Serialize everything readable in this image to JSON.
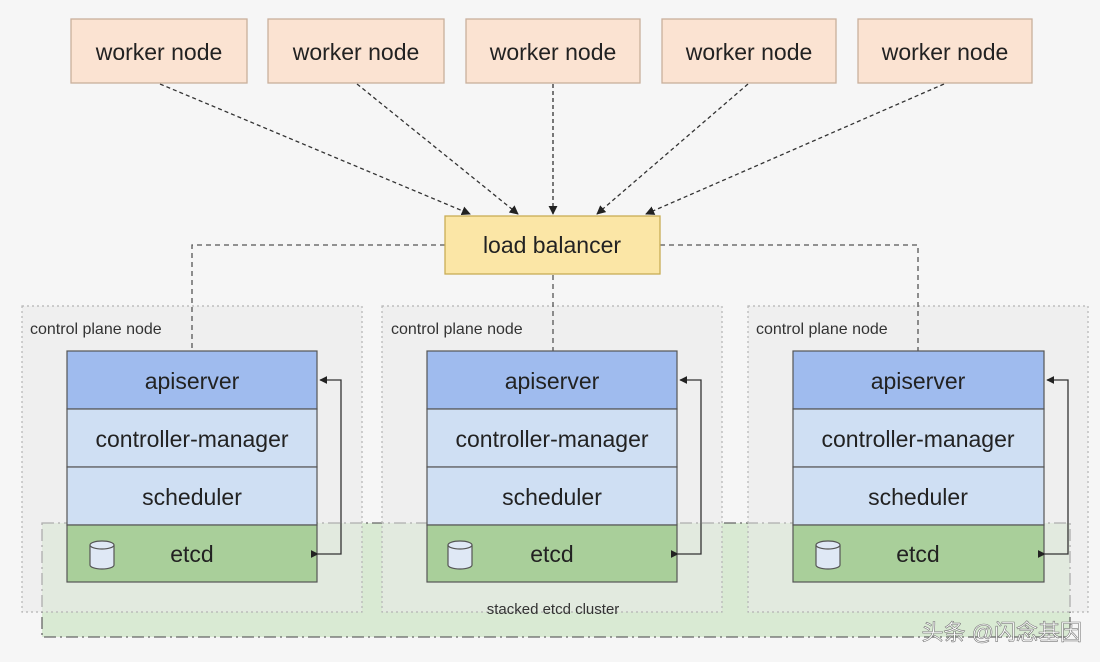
{
  "diagram": {
    "worker_nodes": [
      "worker node",
      "worker node",
      "worker node",
      "worker node",
      "worker node"
    ],
    "load_balancer": "load balancer",
    "control_planes": [
      {
        "title": "control plane node",
        "layers": [
          "apiserver",
          "controller-manager",
          "scheduler",
          "etcd"
        ]
      },
      {
        "title": "control plane node",
        "layers": [
          "apiserver",
          "controller-manager",
          "scheduler",
          "etcd"
        ]
      },
      {
        "title": "control plane node",
        "layers": [
          "apiserver",
          "controller-manager",
          "scheduler",
          "etcd"
        ]
      }
    ],
    "etcd_cluster_label": "stacked etcd cluster",
    "watermark": "头条 @闪念基因"
  },
  "colors": {
    "background": "#f6f6f6",
    "worker_fill": "#fbe3d2",
    "worker_stroke": "#c9b09c",
    "lb_fill": "#fbe6a6",
    "lb_stroke": "#c9ad55",
    "apiserver": "#9fbbee",
    "controller_manager": "#cfdff3",
    "scheduler": "#cfdff3",
    "etcd": "#a9cf9a",
    "etcd_cluster": "#d9ead3",
    "cp_region": "#e9e9e9"
  }
}
